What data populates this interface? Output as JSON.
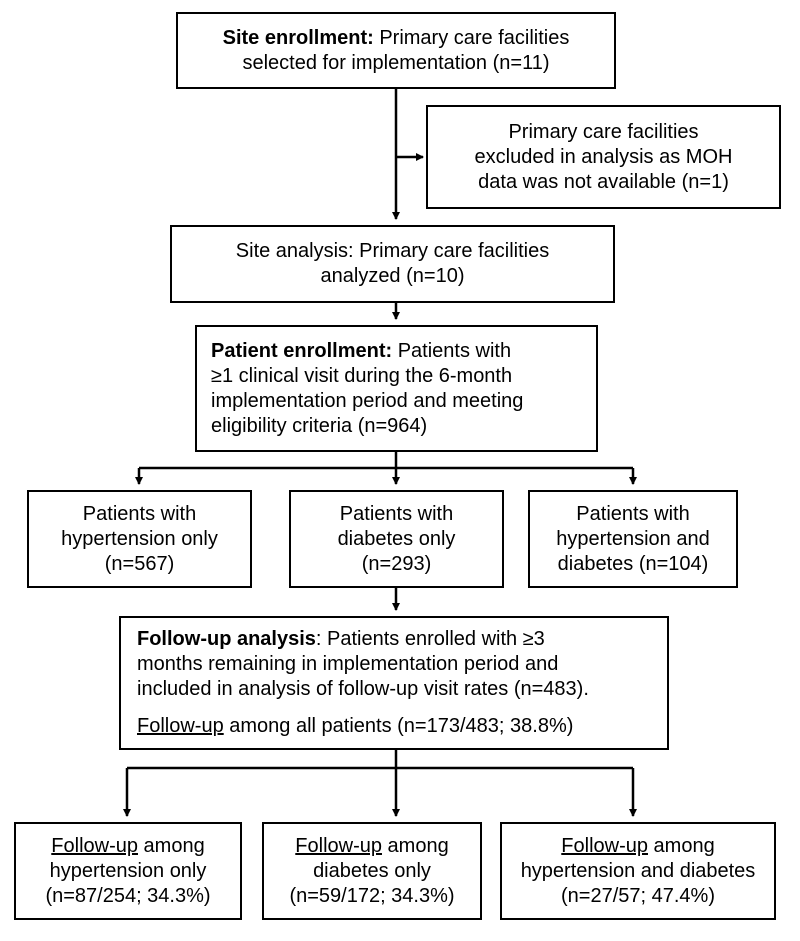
{
  "site_enrollment": {
    "bold": "Site enrollment:",
    "line1_rest": " Primary care facilities",
    "line2": "selected for implementation (n=11)"
  },
  "excluded": {
    "line1": "Primary care facilities",
    "line2": "excluded in analysis as MOH",
    "line3": "data was not available (n=1)"
  },
  "site_analysis": {
    "line1": "Site analysis: Primary care facilities",
    "line2": "analyzed (n=10)"
  },
  "patient_enrollment": {
    "bold": "Patient enrollment:",
    "line1_rest": " Patients with",
    "line2": "≥1 clinical visit during the 6-month",
    "line3": "implementation period and meeting",
    "line4": "eligibility criteria (n=964)"
  },
  "group_htn": {
    "line1": "Patients with",
    "line2": "hypertension only",
    "line3": "(n=567)"
  },
  "group_dm": {
    "line1": "Patients with",
    "line2": "diabetes only",
    "line3": "(n=293)"
  },
  "group_both": {
    "line1": "Patients with",
    "line2": "hypertension and",
    "line3": "diabetes (n=104)"
  },
  "followup_analysis": {
    "bold": "Follow-up analysis",
    "line1_rest": ": Patients enrolled with ≥3",
    "line2": "months remaining in implementation period and",
    "line3": "included in analysis of follow-up visit rates (n=483).",
    "all_underlined": "Follow-up",
    "all_rest": " among all patients (n=173/483; 38.8%)"
  },
  "fu_htn": {
    "underlined": "Follow-up",
    "line1_rest": " among",
    "line2": "hypertension only",
    "line3": "(n=87/254; 34.3%)"
  },
  "fu_dm": {
    "underlined": "Follow-up",
    "line1_rest": " among",
    "line2": "diabetes only",
    "line3": "(n=59/172; 34.3%)"
  },
  "fu_both": {
    "underlined": "Follow-up",
    "line1_rest": " among",
    "line2": "hypertension and diabetes",
    "line3": "(n=27/57; 47.4%)"
  }
}
